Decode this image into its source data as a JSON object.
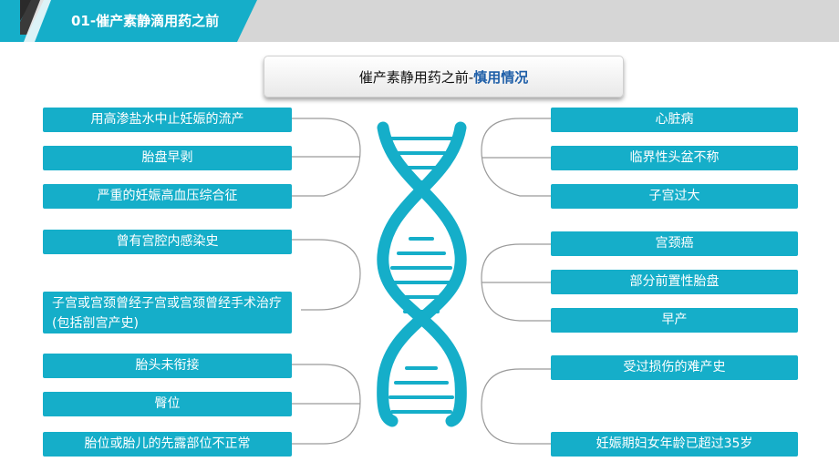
{
  "header": {
    "section_title": "01-催产素静滴用药之前"
  },
  "subtitle": {
    "main": "催产素静用药之前",
    "accent": "慎用情况"
  },
  "left_items": [
    "用高渗盐水中止妊娠的流产",
    "胎盘早剥",
    "严重的妊娠高血压综合征",
    "曾有宫腔内感染史",
    "子宫或宫颈曾经子宫或宫颈曾经手术治疗(包括剖宫产史)",
    "胎头未衔接",
    "臀位",
    "胎位或胎儿的先露部位不正常"
  ],
  "right_items": [
    "心脏病",
    "临界性头盆不称",
    "子宫过大",
    "宫颈癌",
    "部分前置性胎盘",
    "早产",
    "受过损伤的难产史",
    "妊娠期妇女年龄已超过35岁"
  ],
  "colors": {
    "accent": "#15aec9",
    "header_bar": "#d6d6d6",
    "header_tab": "#15aec9",
    "subtitle_accent": "#1f5fa8",
    "connector": "#9a9a9a"
  },
  "icons": {
    "dna": "dna-helix-icon"
  }
}
